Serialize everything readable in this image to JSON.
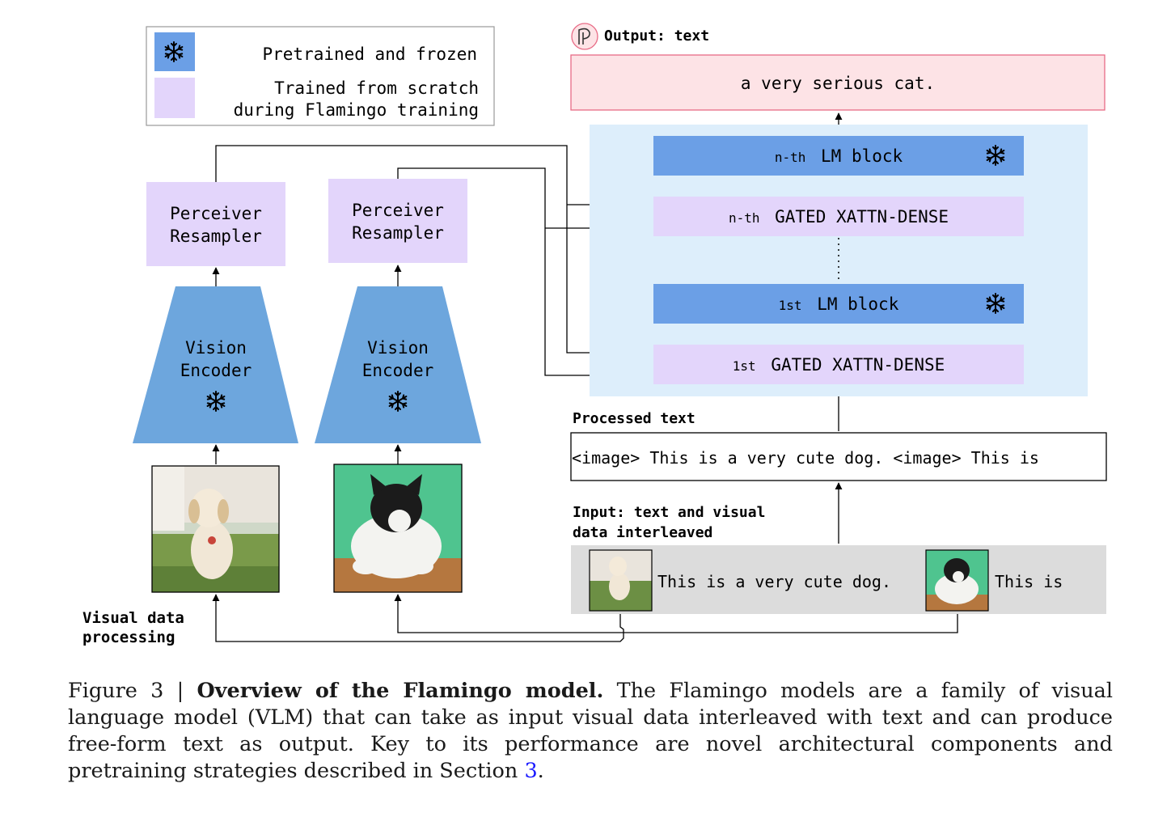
{
  "legend": {
    "frozen_label": "Pretrained and frozen",
    "scratch_label_1": "Trained from scratch",
    "scratch_label_2": "during Flamingo training",
    "frozen_icon": "snowflake-icon"
  },
  "left_column": {
    "perceiver_1": "Perceiver",
    "perceiver_2": "Resampler",
    "vision_1": "Vision",
    "vision_2": "Encoder",
    "dog_image": "dog-photo",
    "cat_image": "cat-photo",
    "visual_processing_1": "Visual data",
    "visual_processing_2": "processing"
  },
  "lm_stack": {
    "output_title": "Output: text",
    "output_text": "a very serious cat.",
    "nth_lm_prefix": "n-th",
    "nth_lm_label": "LM block",
    "nth_gated_prefix": "n-th",
    "nth_gated_label": "GATED XATTN-DENSE",
    "first_lm_prefix": "1st",
    "first_lm_label": "LM block",
    "first_gated_prefix": "1st",
    "first_gated_label": "GATED XATTN-DENSE"
  },
  "processed": {
    "title": "Processed text",
    "text": "<image> This is a very cute dog. <image> This is"
  },
  "input": {
    "title_1": "Input: text and visual",
    "title_2": "data interleaved",
    "text_1": "This is a very cute dog.",
    "text_2": "This is"
  },
  "caption": {
    "prefix": "Figure 3 | ",
    "bold": "Overview of the Flamingo model.",
    "body": " The Flamingo models are a family of visual language model (VLM) that can take as input visual data interleaved with text and can produce free-form text as output. Key to its performance are novel architectural components and pretraining strategies described in Section ",
    "ref": "3",
    "end": "."
  },
  "colors": {
    "frozen_blue": "#6b9fe6",
    "encoder_blue": "#6da6dd",
    "scratch_purple": "#e3d5fb",
    "lm_bg": "#ddeefb",
    "output_pink": "#fde3e6",
    "output_border": "#e86b86",
    "input_gray": "#dcdcdc"
  }
}
